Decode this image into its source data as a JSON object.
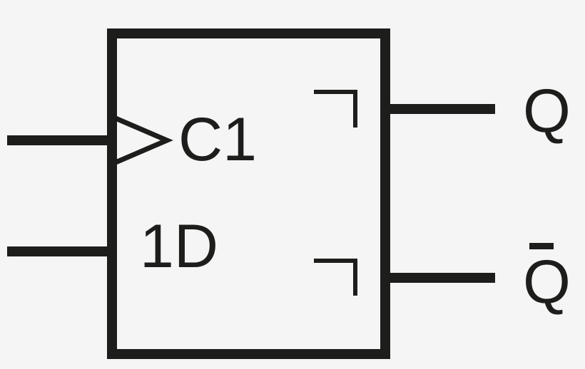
{
  "diagram": {
    "type": "d-flip-flop-symbol",
    "colors": {
      "background": "#f5f5f5",
      "stroke": "#1d1d1b"
    },
    "labels": {
      "clock": "C1",
      "data": "1D",
      "output": "Q",
      "output_inverted": "Q"
    }
  }
}
